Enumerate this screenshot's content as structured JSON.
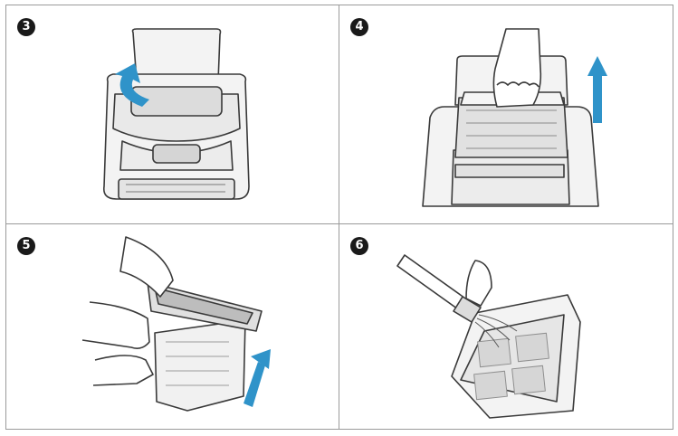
{
  "steps": [
    {
      "number": "3"
    },
    {
      "number": "4"
    },
    {
      "number": "5"
    },
    {
      "number": "6"
    }
  ],
  "colors": {
    "arrow": "#2f93c9",
    "line": "#3a3a3a",
    "fill": "#e8e8e8",
    "border": "#9a9a9a"
  },
  "icons": {
    "step3": "open-lid-curved-arrow-icon",
    "step4": "lift-up-arrow-icon",
    "step5": "remove-up-arrow-icon",
    "step6": "rinse-water-icon"
  }
}
